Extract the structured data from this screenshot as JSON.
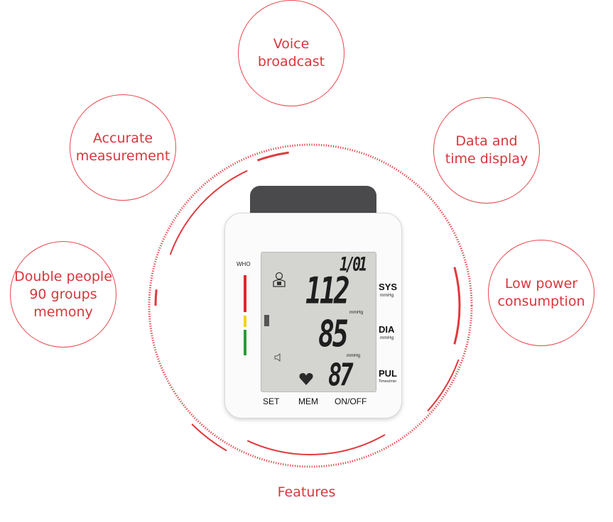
{
  "features": [
    {
      "text": "Voice\nbroadcast"
    },
    {
      "text": "Accurate\nmeasurement"
    },
    {
      "text": "Data and\ntime display"
    },
    {
      "text": "Double people\n90 groups\nmemony"
    },
    {
      "text": "Low power\nconsumption"
    }
  ],
  "caption": "Features",
  "device": {
    "who_label": "WHO",
    "date_display": "1/01",
    "sys_value": "112",
    "dia_value": "85",
    "pul_value": "87",
    "sys_label": "SYS",
    "sys_unit": "mmHg",
    "dia_label": "DIA",
    "dia_unit": "mmHg",
    "pul_label": "PUL",
    "pul_unit": "Times/min",
    "lcd_unit_1": "mmHg",
    "lcd_unit_2": "mmHg",
    "buttons": {
      "set": "SET",
      "mem": "MEM",
      "onoff": "ON/OFF"
    }
  },
  "colors": {
    "accent": "#e0393e",
    "lcd": "#d4d5d1",
    "strap": "#4a4a4c"
  }
}
